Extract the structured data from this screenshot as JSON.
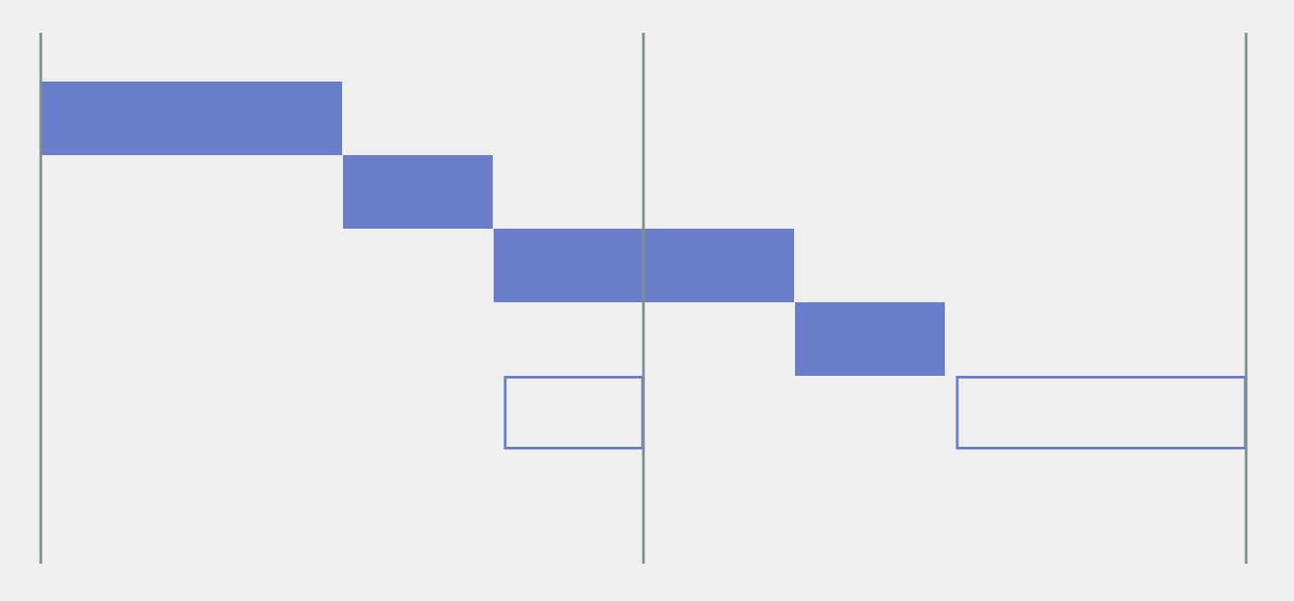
{
  "colors": {
    "background": "#efefef",
    "bar_fill": "#6a7dcb",
    "bar_outline": "#6a7dcb",
    "divider": "#7e8f8c"
  },
  "chart_data": {
    "type": "gantt",
    "time_range": [
      0,
      8
    ],
    "row_count": 5,
    "dividers": [
      0,
      4,
      8
    ],
    "bars": [
      {
        "row": 0,
        "start": 0,
        "end": 2,
        "style": "filled"
      },
      {
        "row": 1,
        "start": 2,
        "end": 3,
        "style": "filled"
      },
      {
        "row": 2,
        "start": 3,
        "end": 4,
        "style": "filled"
      },
      {
        "row": 2,
        "start": 4,
        "end": 5,
        "style": "filled"
      },
      {
        "row": 3,
        "start": 5,
        "end": 6,
        "style": "filled"
      },
      {
        "row": 4,
        "start": 3,
        "end": 4,
        "style": "outline"
      },
      {
        "row": 4,
        "start": 6,
        "end": 8,
        "style": "outline"
      }
    ]
  }
}
